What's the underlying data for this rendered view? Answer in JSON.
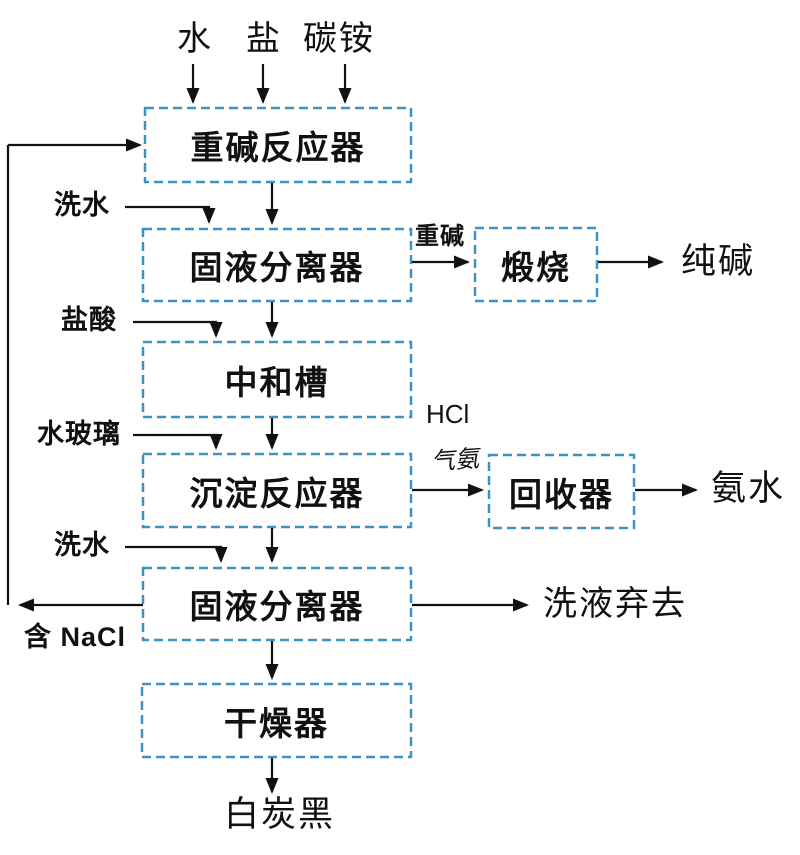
{
  "colors": {
    "box_border": "#3A92C5",
    "line": "#111111",
    "text": "#111111"
  },
  "nodes": {
    "reactor": "重碱反应器",
    "separator1": "固液分离器",
    "calcination": "煅烧",
    "neutralization": "中和槽",
    "precipitation": "沉淀反应器",
    "recovery": "回收器",
    "separator2": "固液分离器",
    "dryer": "干燥器"
  },
  "inputs": {
    "water": "水",
    "salt": "盐",
    "ammonium_bicarbonate": "碳铵",
    "wash_water_top": "洗水",
    "hydrochloric_acid": "盐酸",
    "water_glass": "水玻璃",
    "wash_water_bottom": "洗水"
  },
  "streams": {
    "heavy_alkali": "重碱",
    "soda_ash": "纯碱",
    "hcl": "HCl",
    "ammonia_gas": "气氨",
    "ammonia_water": "氨水",
    "wash_liquid_discard": "洗液弃去",
    "contains_nacl": "含 NaCl",
    "white_carbon_black": "白炭黑"
  }
}
